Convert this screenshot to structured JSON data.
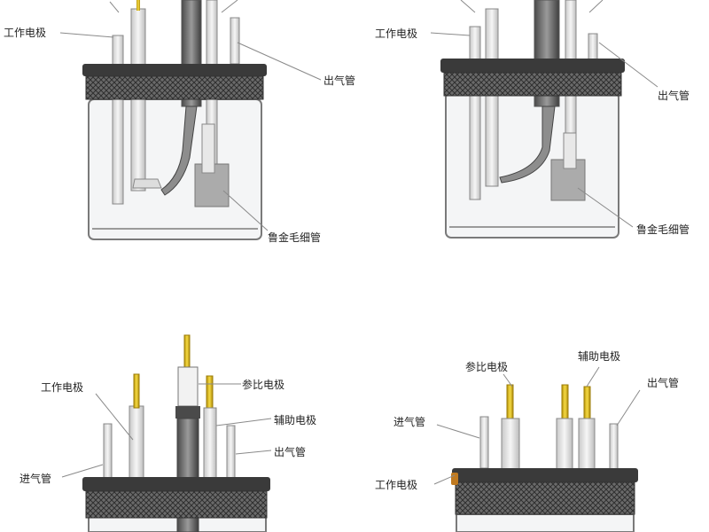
{
  "labels": {
    "working_electrode": "工作电极",
    "outlet_tube": "出气管",
    "luggin_capillary": "鲁金毛细管",
    "reference_electrode": "参比电极",
    "auxiliary_electrode": "辅助电极",
    "inlet_tube": "进气管"
  },
  "colors": {
    "gold_lead": "#e8c21a",
    "lid_dark": "#3a3a3a",
    "mesh": "#5a5a5a",
    "glass_edge": "#777777",
    "capillary_fill": "#aaaaaa"
  }
}
